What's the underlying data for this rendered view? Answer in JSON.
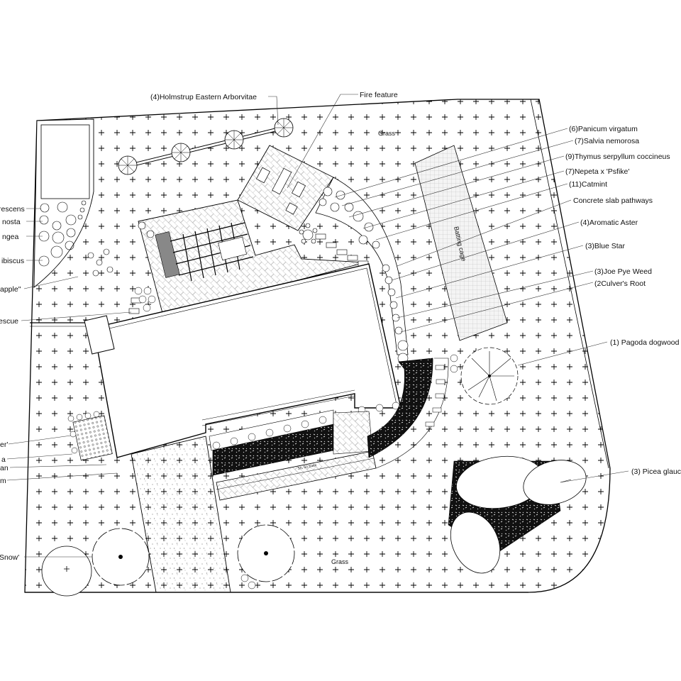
{
  "plan_labels": {
    "arborvitae": "(4)Holmstrup Eastern Arborvitae",
    "fire_feature": "Fire feature",
    "grass_top": "Grass",
    "grass_bottom": "Grass",
    "batting_cage": "Batting cage",
    "slab_text": "Sh. 50 Slate"
  },
  "right_callouts": [
    "(6)Panicum virgatum",
    "(7)Salvia nemorosa",
    "(9)Thymus serpyllum coccineus",
    "(7)Nepeta x 'Psfike'",
    "(11)Catmint",
    "Concrete slab pathways",
    "(4)Aromatic Aster",
    "(3)Blue Star",
    "(3)Joe Pye Weed",
    "(2Culver's Root",
    "(1) Pagoda dogwood",
    "(3) Picea glauca"
  ],
  "left_callouts": [
    "rescens",
    "nosta",
    "ngea",
    "ibiscus",
    "apple\"",
    "escue",
    "er'",
    "a",
    "an",
    "m",
    "Snow'"
  ]
}
